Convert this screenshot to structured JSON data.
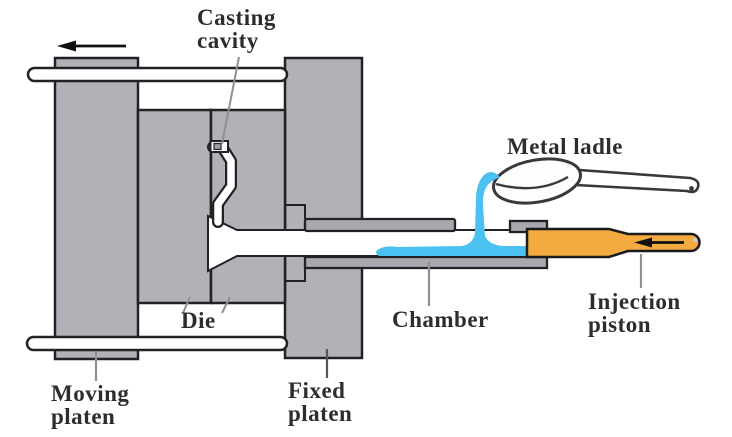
{
  "diagram": {
    "description": "Cold-chamber die casting machine schematic",
    "labels": {
      "casting_cavity": "Casting\ncavity",
      "metal_ladle": "Metal ladle",
      "moving_platen": "Moving\nplaten",
      "die": "Die",
      "fixed_platen": "Fixed\nplaten",
      "chamber": "Chamber",
      "injection_piston": "Injection\npiston"
    },
    "arrows": {
      "platen_motion": "left",
      "piston_motion": "left"
    },
    "colors": {
      "platen_gray": "#b1b1b7",
      "wall_gray": "#a8a8af",
      "molten_metal_blue": "#4ac1f0",
      "piston_orange": "#f3aa3e",
      "outline_dark": "#222226",
      "leader_gray": "#8f8f95",
      "label_text": "#2d2d31",
      "background": "#ffffff"
    }
  }
}
